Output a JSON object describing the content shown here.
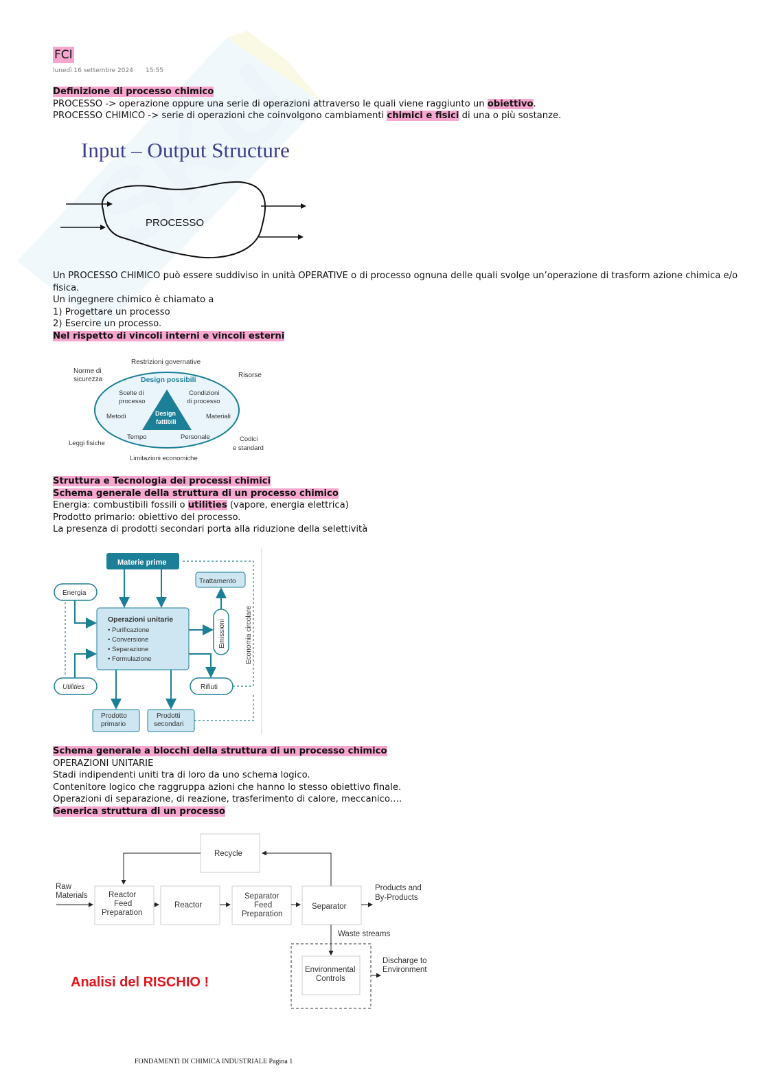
{
  "header": {
    "title": "FCI",
    "date": "lunedì 16 settembre 2024",
    "time": "15:55"
  },
  "sec1": {
    "heading": "Definizione di processo chimico",
    "l1a": "PROCESSO -> operazione oppure una serie di operazioni attraverso le quali viene raggiunto un ",
    "l1b": "obiettivo",
    "l1c": ".",
    "l2a": "PROCESSO CHIMICO -> serie di operazioni che coinvolgono cambiamenti ",
    "l2b": "chimici e fisici",
    "l2c": " di una o più sostanze."
  },
  "io_diagram": {
    "title": "Input – Output Structure",
    "label": "PROCESSO"
  },
  "sec2": {
    "p1a": "Un PROCESSO CHIMICO può essere suddiviso in unità OPERATIVE o di processo ognuna delle quali svolge un’operazione di trasform azione chimica e/o",
    "p1b": "fisica.",
    "p2": "Un ingegnere chimico è chiamato a",
    "p3": "1) Progettare un processo",
    "p4": "2) Esercire un processo.",
    "heading": "Nel rispetto di vincoli interni e vincoli esterni"
  },
  "design_diagram": {
    "restrizioni": "Restrizioni governative",
    "norme1": "Norme di",
    "norme2": "sicurezza",
    "risorse": "Risorse",
    "design_possibili": "Design possibili",
    "scelte1": "Scelte di",
    "scelte2": "processo",
    "condizioni1": "Condizioni",
    "condizioni2": "di processo",
    "metodi": "Metodi",
    "materiali": "Materiali",
    "design1": "Design",
    "design2": "fattibili",
    "tempo": "Tempo",
    "personale": "Personale",
    "leggi": "Leggi fisiche",
    "codici1": "Codici",
    "codici2": "e standard",
    "limitazioni": "Limitazioni economiche"
  },
  "sec3": {
    "h1": "Struttura e Tecnologia dei processi chimici",
    "h2": "Schema generale della struttura di un processo chimico",
    "l1a": "Energia: combustibili fossili o ",
    "l1b": "utilities",
    "l1c": " (vapore, energia elettrica)",
    "l2": "Prodotto primario: obiettivo del processo.",
    "l3": "La presenza di prodotti secondari porta alla riduzione della selettività"
  },
  "flow_diagram": {
    "materie": "Materie prime",
    "trattamento": "Trattamento",
    "energia": "Energia",
    "op_title": "Operazioni unitarie",
    "op_items": [
      "• Purificazione",
      "• Conversione",
      "• Separazione",
      "• Formulazione"
    ],
    "emissioni": "Emissioni",
    "economia": "Economia circolare",
    "utilities": "Utilities",
    "rifiuti": "Rifiuti",
    "prodotto1": "Prodotto",
    "prodotto2": "primario",
    "secondari1": "Prodotti",
    "secondari2": "secondari"
  },
  "sec4": {
    "h1": "Schema generale a blocchi della struttura di un processo chimico",
    "l1": "OPERAZIONI UNITARIE",
    "l2": "Stadi indipendenti uniti tra di loro da uno schema logico.",
    "l3": "Contenitore logico che raggruppa azioni che hanno lo stesso obiettivo finale.",
    "l4": "Operazioni di separazione, di reazione, trasferimento di calore, meccanico….",
    "h2": "Generica struttura di un processo"
  },
  "block_diagram": {
    "recycle": "Recycle",
    "raw1": "Raw",
    "raw2": "Materials",
    "rfp1": "Reactor",
    "rfp2": "Feed",
    "rfp3": "Preparation",
    "reactor": "Reactor",
    "sfp1": "Separator",
    "sfp2": "Feed",
    "sfp3": "Preparation",
    "separator": "Separator",
    "products1": "Products and",
    "products2": "By-Products",
    "waste": "Waste streams",
    "env1": "Environmental",
    "env2": "Controls",
    "discharge1": "Discharge to",
    "discharge2": "Environment",
    "risk": "Analisi del RISCHIO !"
  },
  "footer": {
    "text": "FONDAMENTI DI CHIMICA INDUSTRIALE Pagina 1"
  },
  "colors": {
    "highlight": "#f7a6cf",
    "teal": "#1b7f97",
    "title_blue": "#3b3e8f",
    "risk_red": "#e0141b"
  }
}
